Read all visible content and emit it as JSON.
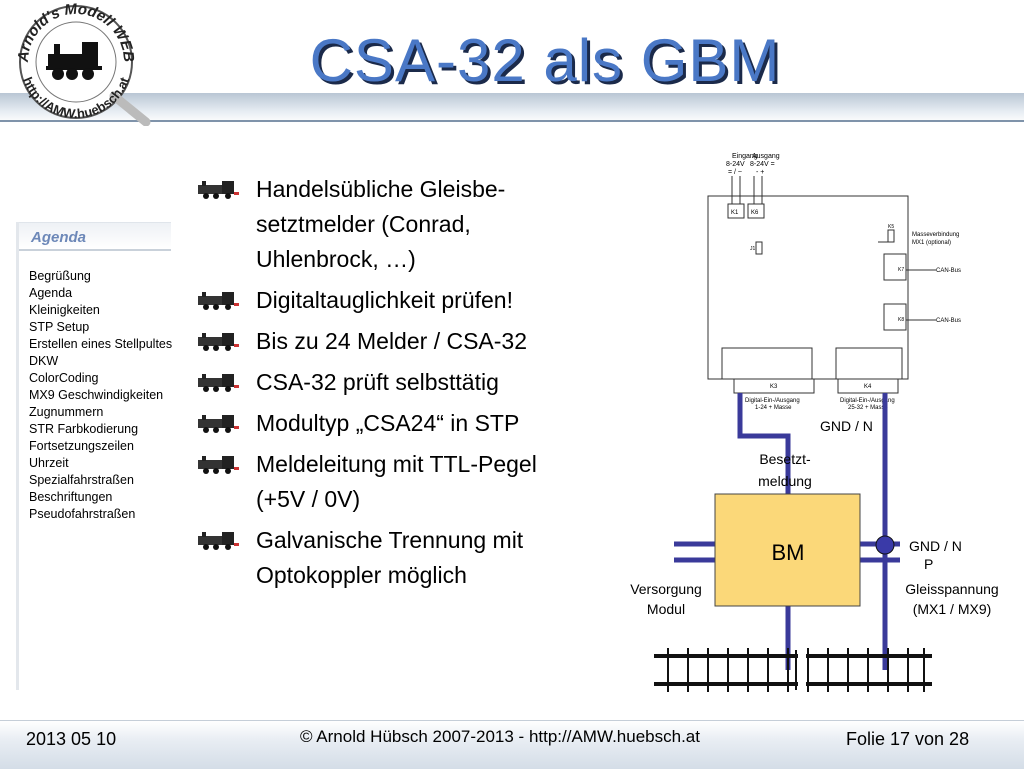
{
  "header": {
    "title": "CSA-32 als GBM",
    "logo_text_top": "Arnold's Modell WEB",
    "logo_text_bottom": "http://AMW.huebsch.at"
  },
  "agenda": {
    "title": "Agenda",
    "items": [
      "Begrüßung",
      "Agenda",
      "Kleinigkeiten",
      "STP Setup",
      "Erstellen eines Stellpultes",
      "DKW",
      "ColorCoding",
      "MX9 Geschwindigkeiten",
      "Zugnummern",
      "STR  Farbkodierung",
      "Fortsetzungszeilen",
      "Uhrzeit",
      "Spezialfahrstraßen",
      "Beschriftungen",
      "Pseudofahrstraßen"
    ]
  },
  "bullets": [
    {
      "line1": "Handelsübliche Gleisbe-",
      "line2": "setztmelder (Conrad,",
      "line3": "Uhlenbrock, …)"
    },
    {
      "line1": "Digitaltauglichkeit prüfen!"
    },
    {
      "line1": "Bis zu 24 Melder / CSA-32"
    },
    {
      "line1": "CSA-32 prüft selbsttätig"
    },
    {
      "line1": "Modultyp „CSA24“ in STP"
    },
    {
      "line1": "Meldeleitung mit TTL-Pegel",
      "line2": "(+5V / 0V)"
    },
    {
      "line1": "Galvanische Trennung mit",
      "line2": "Optokoppler möglich"
    }
  ],
  "diagram": {
    "eingang": "Eingang",
    "eingang_v": "8-24V",
    "eingang_ac": "= / ~",
    "ausgang": "Ausgang",
    "ausgang_v": "8-24V =",
    "ausgang_pol": "-    +",
    "k1": "K1",
    "k6": "K6",
    "j1": "J1",
    "k5": "K5",
    "masse1": "Masseverbindung",
    "masse2": "MX1 (optional)",
    "k7": "K7",
    "k8": "K8",
    "canbus1": "CAN-Bus",
    "canbus2": "CAN-Bus",
    "k3": "K3",
    "k4": "K4",
    "dig1a": "Digital-Ein-/Ausgang",
    "dig1b": "1-24 + Masse",
    "dig2a": "Digital-Ein-/Ausgang",
    "dig2b": "25-32 + Masse",
    "gnd_n_top": "GND / N",
    "besetzt1": "Besetzt-",
    "besetzt2": "meldung",
    "bm": "BM",
    "gnd_n_right": "GND / N",
    "p": "P",
    "versorgung1": "Versorgung",
    "versorgung2": "Modul",
    "gleis1": "Gleisspannung",
    "gleis2": "(MX1 / MX9)"
  },
  "footer": {
    "date": "2013 05 10",
    "copyright": "© Arnold Hübsch 2007-2013   -   http://AMW.huebsch.at",
    "slide": "Folie 17 von  28"
  },
  "colors": {
    "title": "#4a78c6",
    "wire": "#3a3a9a",
    "bm_box": "#fbd879",
    "agenda_title": "#6d88b8"
  }
}
